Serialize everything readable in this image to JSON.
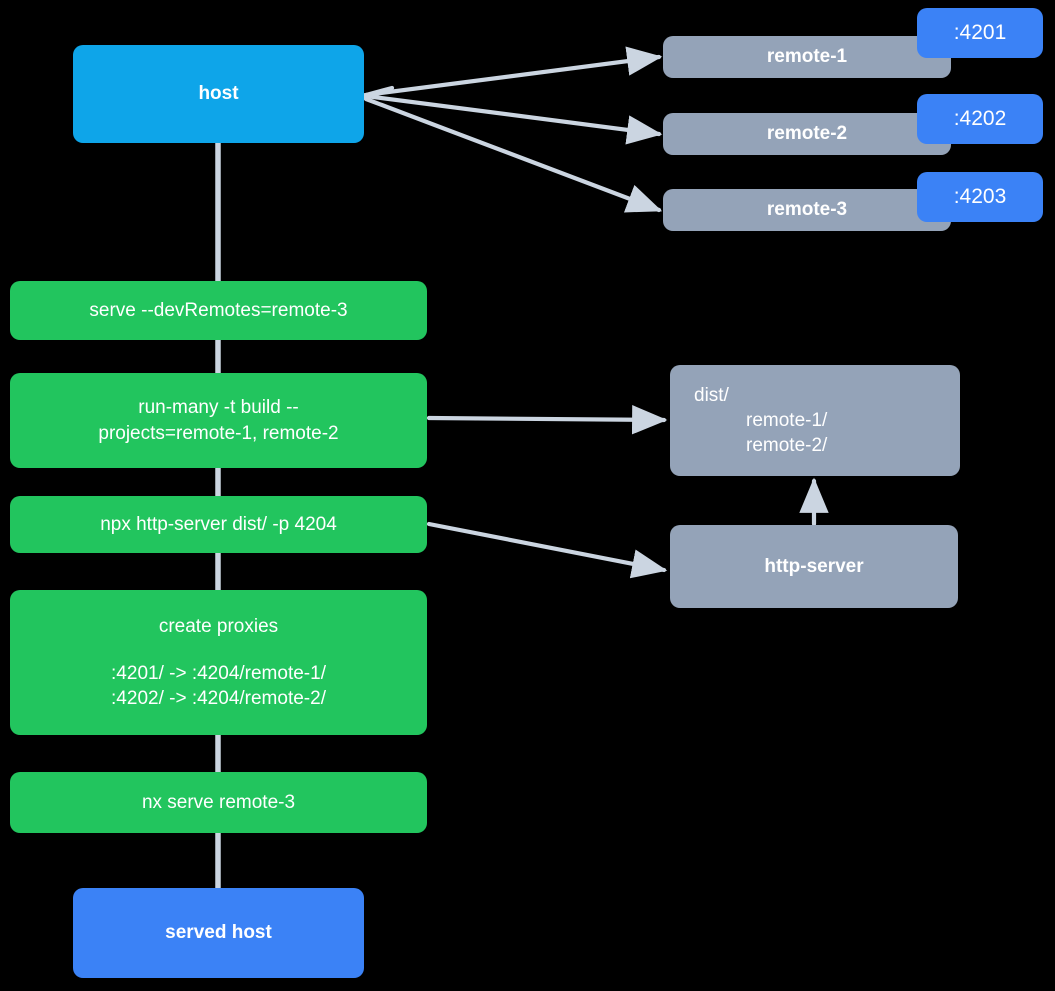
{
  "diagram": {
    "title": "Nx module federation dev-serve flow",
    "background": "#000000",
    "colors": {
      "host": "#0ea5e9",
      "served_host": "#3b82f6",
      "command": "#22c55e",
      "remote": "#94a3b8",
      "port_badge": "#3b82f6",
      "edge": "#cbd5e1",
      "text": "#ffffff"
    }
  },
  "nodes": {
    "host": {
      "label": "host"
    },
    "served_host": {
      "label": "served host"
    },
    "remote_1": {
      "label": "remote-1",
      "port": ":4201"
    },
    "remote_2": {
      "label": "remote-2",
      "port": ":4202"
    },
    "remote_3": {
      "label": "remote-3",
      "port": ":4203"
    },
    "serve_cmd": {
      "label": "serve --devRemotes=remote-3"
    },
    "run_many_cmd": {
      "line1": "run-many -t build --",
      "line2": "projects=remote-1, remote-2"
    },
    "http_server_cmd": {
      "label": "npx http-server dist/ -p 4204"
    },
    "create_proxies": {
      "title": "create proxies",
      "rule1": ":4201/ -> :4204/remote-1/",
      "rule2": ":4202/ -> :4204/remote-2/"
    },
    "nx_serve_cmd": {
      "label": "nx serve remote-3"
    },
    "dist_folder": {
      "root": "dist/",
      "child1": "remote-1/",
      "child2": "remote-2/"
    },
    "http_server": {
      "label": "http-server"
    }
  },
  "edges": [
    {
      "from": "host",
      "to": "remote-1",
      "arrow": true
    },
    {
      "from": "host",
      "to": "remote-2",
      "arrow": true
    },
    {
      "from": "host",
      "to": "remote-3",
      "arrow": true
    },
    {
      "from": "host",
      "to": "serve-cmd",
      "arrow": false
    },
    {
      "from": "serve-cmd",
      "to": "run-many-cmd",
      "arrow": false
    },
    {
      "from": "run-many-cmd",
      "to": "dist-folder",
      "arrow": true
    },
    {
      "from": "run-many-cmd",
      "to": "http-server-cmd",
      "arrow": false
    },
    {
      "from": "http-server-cmd",
      "to": "http-server",
      "arrow": true
    },
    {
      "from": "http-server-cmd",
      "to": "create-proxies",
      "arrow": false
    },
    {
      "from": "http-server",
      "to": "dist-folder",
      "arrow": true
    },
    {
      "from": "create-proxies",
      "to": "nx-serve-cmd",
      "arrow": false
    },
    {
      "from": "nx-serve-cmd",
      "to": "served-host",
      "arrow": false
    }
  ]
}
